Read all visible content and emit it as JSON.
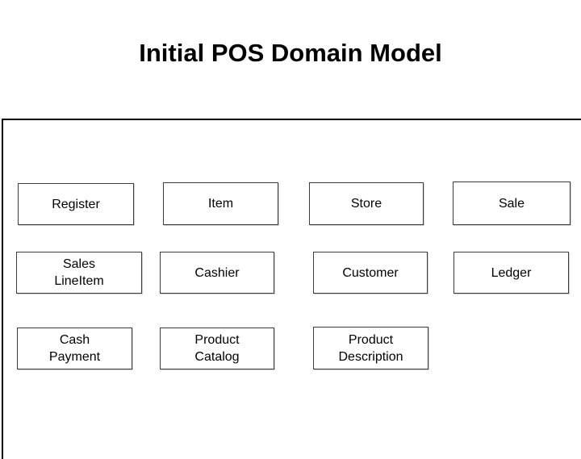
{
  "slide": {
    "title": "Initial POS Domain Model"
  },
  "diagram": {
    "boxes": [
      {
        "label": "Register"
      },
      {
        "label": "Item"
      },
      {
        "label": "Store"
      },
      {
        "label": "Sale"
      },
      {
        "label": "Sales\nLineItem"
      },
      {
        "label": "Cashier"
      },
      {
        "label": "Customer"
      },
      {
        "label": "Ledger"
      },
      {
        "label": "Cash\nPayment"
      },
      {
        "label": "Product\nCatalog"
      },
      {
        "label": "Product\nDescription"
      }
    ]
  },
  "colors": {
    "background": "#ffffff",
    "text": "#000000",
    "frame_border": "#000000",
    "box_border": "#3c3c3c"
  }
}
